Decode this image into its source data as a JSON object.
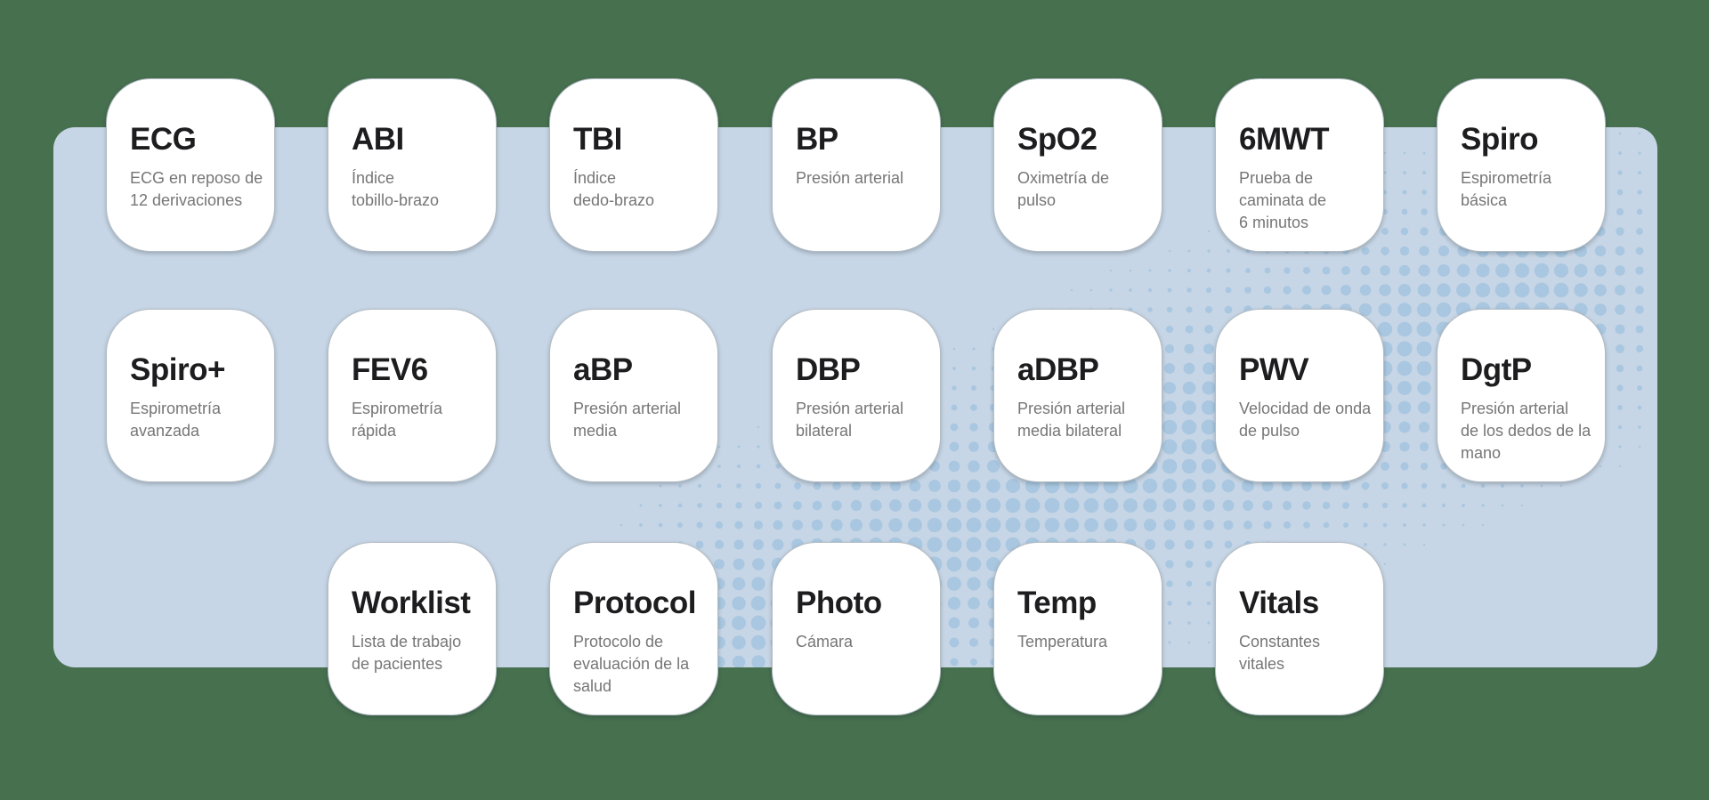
{
  "colors": {
    "background": "#47704F",
    "panel": "#C7D6E6",
    "halftone_dot": "#A9C7E0",
    "card_background": "#FFFFFF",
    "card_title": "#1D1D1F",
    "card_subtitle": "#767676"
  },
  "apps": {
    "rows": [
      [
        {
          "id": "ecg",
          "title": "ECG",
          "subtitle": "ECG en reposo de\n12 derivaciones"
        },
        {
          "id": "abi",
          "title": "ABI",
          "subtitle": "Índice\ntobillo-brazo"
        },
        {
          "id": "tbi",
          "title": "TBI",
          "subtitle": "Índice\ndedo-brazo"
        },
        {
          "id": "bp",
          "title": "BP",
          "subtitle": "Presión arterial"
        },
        {
          "id": "spo2",
          "title": "SpO2",
          "subtitle": "Oximetría de\npulso"
        },
        {
          "id": "6mwt",
          "title": "6MWT",
          "subtitle": "Prueba de\ncaminata de\n6 minutos"
        },
        {
          "id": "spiro",
          "title": "Spiro",
          "subtitle": "Espirometría\nbásica"
        }
      ],
      [
        {
          "id": "spiro-plus",
          "title": "Spiro+",
          "subtitle": "Espirometría\navanzada"
        },
        {
          "id": "fev6",
          "title": "FEV6",
          "subtitle": "Espirometría\nrápida"
        },
        {
          "id": "abp",
          "title": "aBP",
          "subtitle": "Presión arterial\nmedia"
        },
        {
          "id": "dbp",
          "title": "DBP",
          "subtitle": "Presión arterial\nbilateral"
        },
        {
          "id": "adbp",
          "title": "aDBP",
          "subtitle": "Presión arterial\nmedia bilateral"
        },
        {
          "id": "pwv",
          "title": "PWV",
          "subtitle": "Velocidad de onda\nde pulso"
        },
        {
          "id": "dgtp",
          "title": "DgtP",
          "subtitle": "Presión arterial\nde los dedos de la\nmano"
        }
      ],
      [
        {
          "id": "worklist",
          "title": "Worklist",
          "subtitle": "Lista de trabajo\nde pacientes"
        },
        {
          "id": "protocol",
          "title": "Protocol",
          "subtitle": "Protocolo de\nevaluación de la\nsalud"
        },
        {
          "id": "photo",
          "title": "Photo",
          "subtitle": "Cámara"
        },
        {
          "id": "temp",
          "title": "Temp",
          "subtitle": "Temperatura"
        },
        {
          "id": "vitals",
          "title": "Vitals",
          "subtitle": "Constantes\nvitales"
        }
      ]
    ]
  }
}
